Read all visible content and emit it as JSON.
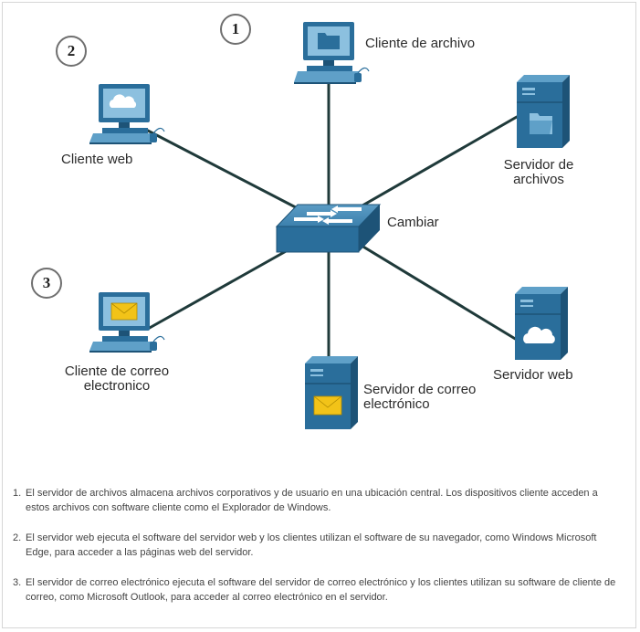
{
  "labels": {
    "file_client": "Cliente de archivo",
    "web_client": "Cliente web",
    "file_server_line1": "Servidor de",
    "file_server_line2": "archivos",
    "switch": "Cambiar",
    "mail_client_line1": "Cliente de correo",
    "mail_client_line2": "electronico",
    "mail_server_line1": "Servidor de correo",
    "mail_server_line2": "electrónico",
    "web_server": "Servidor web"
  },
  "badges": {
    "one": "1",
    "two": "2",
    "three": "3"
  },
  "notes": [
    {
      "num": "1.",
      "text": "El servidor de archivos almacena archivos corporativos y de usuario en una ubicación central. Los dispositivos cliente acceden a estos archivos con software cliente como el Explorador de Windows."
    },
    {
      "num": "2.",
      "text": "El servidor web ejecuta el software del servidor web y los clientes utilizan el software de su navegador, como Windows Microsoft Edge, para acceder a las páginas web del servidor."
    },
    {
      "num": "3.",
      "text": "El servidor de correo electrónico ejecuta el software del servidor de correo electrónico y los clientes utilizan su software de cliente de correo, como Microsoft Outlook, para acceder al correo electrónico en el servidor."
    }
  ],
  "colors": {
    "device_blue": "#2a6e9b",
    "device_dark": "#1d5377",
    "device_light": "#5fa0c8",
    "screen": "#8cc0df",
    "link": "#1f3a3a",
    "envelope": "#f2c318"
  },
  "icons": {
    "file_client": "computer-folder-icon",
    "web_client": "computer-cloud-icon",
    "mail_client": "computer-envelope-icon",
    "file_server": "server-folder-icon",
    "web_server": "server-cloud-icon",
    "mail_server": "server-envelope-icon",
    "switch": "switch-icon"
  }
}
